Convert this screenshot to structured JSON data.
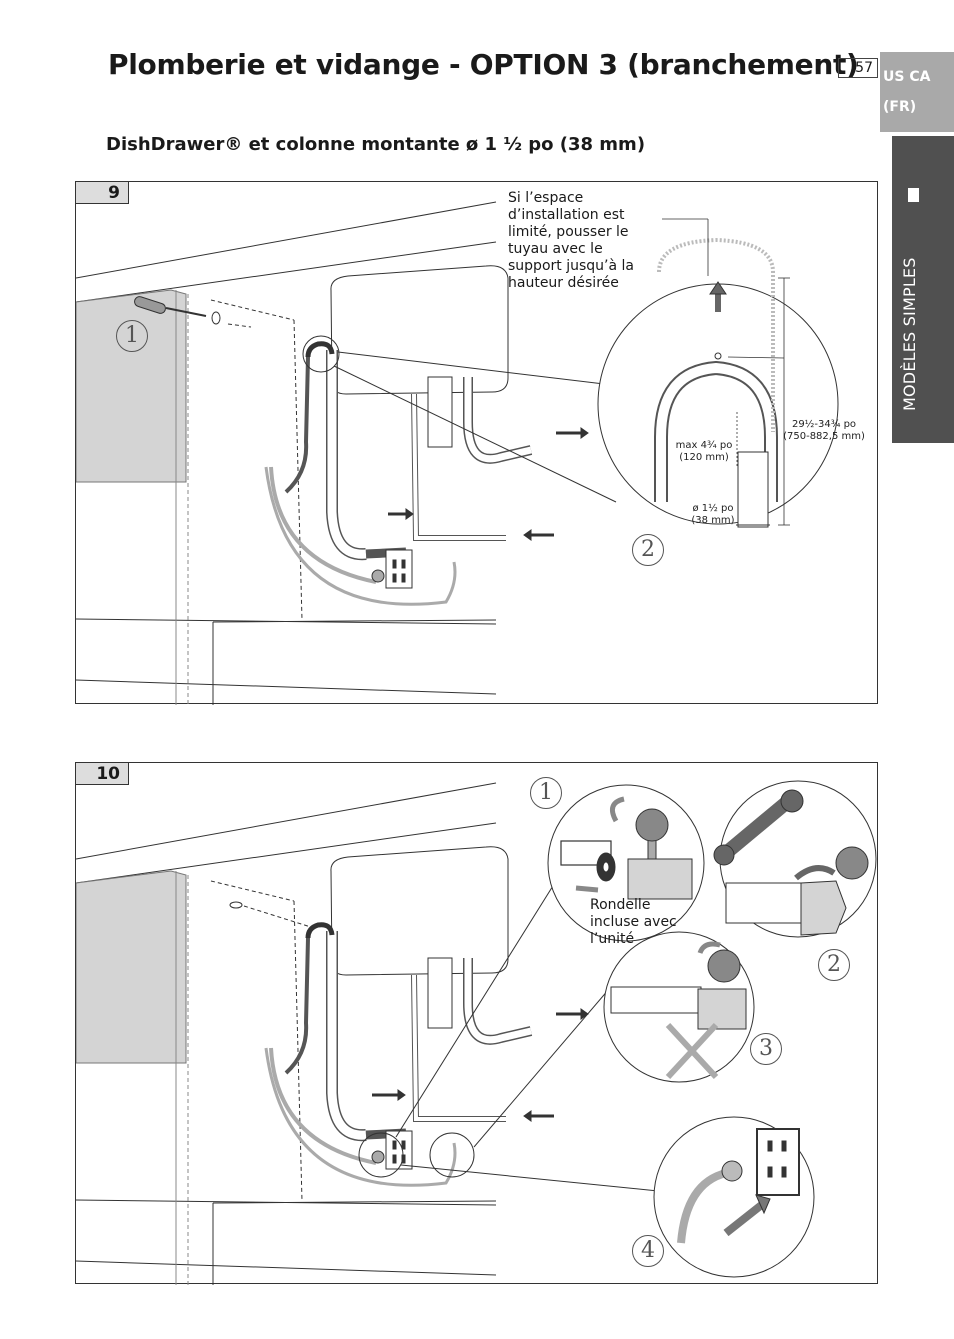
{
  "header": {
    "title": "Plomberie et vidange - OPTION 3 (branchement)",
    "page_number": "57",
    "region": "US CA",
    "language": "(FR)"
  },
  "side_tab": {
    "label": "MODÈLES SIMPLES",
    "color": "#505050"
  },
  "subtitle": "DishDrawer® et colonne montante ø 1 ½ po (38 mm)",
  "step9": {
    "number": "9",
    "callout_1": "1",
    "callout_2": "2",
    "note": "Si l’espace d’installation est limité, pousser le tuyau avec le support jusqu’à la hauteur désirée",
    "dim_height": "29½-34¾ po (750-882,5 mm)",
    "dim_max": "max 4¾ po (120 mm)",
    "dim_diameter": "ø 1½ po (38 mm)"
  },
  "step10": {
    "number": "10",
    "callout_1": "1",
    "callout_2": "2",
    "callout_3": "3",
    "callout_4": "4",
    "washer_note": "Rondelle incluse avec l’unité"
  },
  "colors": {
    "line": "#333333",
    "gray_fill": "#d4d4d4",
    "tab_light": "#a9a9a9"
  }
}
